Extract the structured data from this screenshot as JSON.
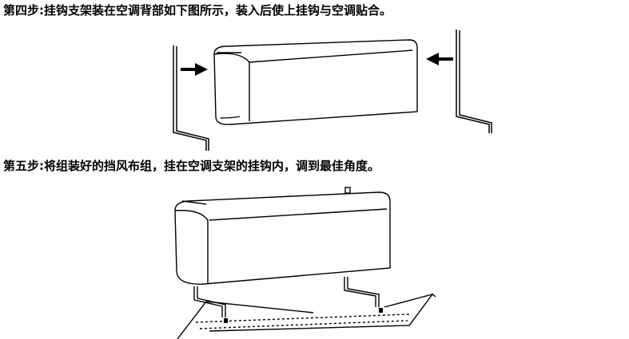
{
  "steps": [
    {
      "text": "第四步:挂钩支架装在空调背部如下图所示，装入后使上挂钩与空调贴合。",
      "illustration": "ac-unit-with-side-brackets-and-inward-arrows"
    },
    {
      "text": "第五步:将组装好的挡风布组，挂在空调支架的挂钩内，调到最佳角度。",
      "illustration": "ac-unit-with-hanging-wind-deflector-cloth"
    }
  ],
  "colors": {
    "line": "#000000",
    "fill": "#ffffff",
    "text": "#000000"
  }
}
